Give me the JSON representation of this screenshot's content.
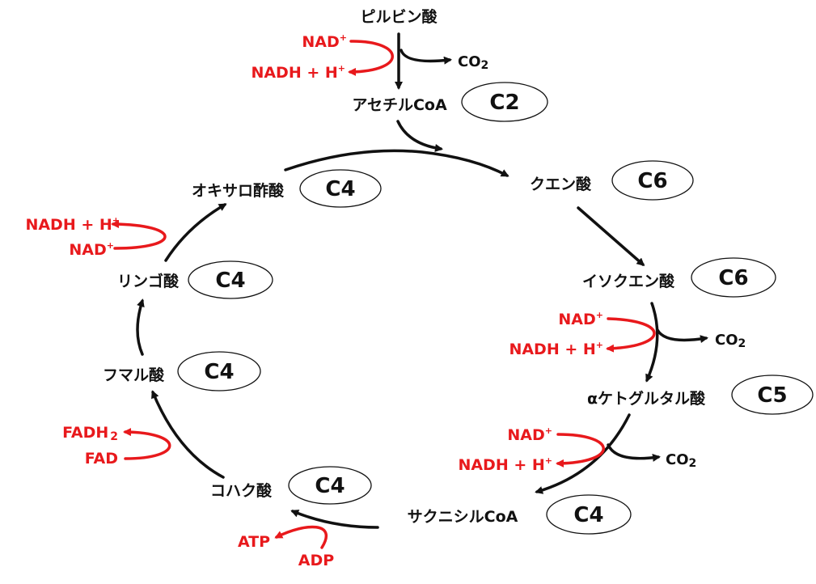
{
  "compounds": {
    "pyruvate": "ピルビン酸",
    "acetyl_coa": "アセチルCoA",
    "citrate": "クエン酸",
    "isocitrate": "イソクエン酸",
    "alpha_kg": "αケトグルタル酸",
    "succinyl_coa": "サクニシルCoA",
    "succinate": "コハク酸",
    "fumarate": "フマル酸",
    "malate": "リンゴ酸",
    "oxaloacetate": "オキサロ酢酸"
  },
  "carbon_counts": {
    "acetyl_coa": "C2",
    "citrate": "C6",
    "isocitrate": "C6",
    "alpha_kg": "C5",
    "succinyl_coa": "C4",
    "succinate": "C4",
    "fumarate": "C4",
    "malate": "C4",
    "oxaloacetate": "C4"
  },
  "cofactors": {
    "nad": "NAD",
    "nadh": "NADH + H",
    "plus_sup": "+",
    "fad": "FAD",
    "fadh": "FADH",
    "fadh_sub": "2",
    "atp": "ATP",
    "adp": "ADP",
    "co2": "CO",
    "co2_sub": "2"
  },
  "colors": {
    "cofactor": "#e8191c",
    "main": "#111111"
  }
}
